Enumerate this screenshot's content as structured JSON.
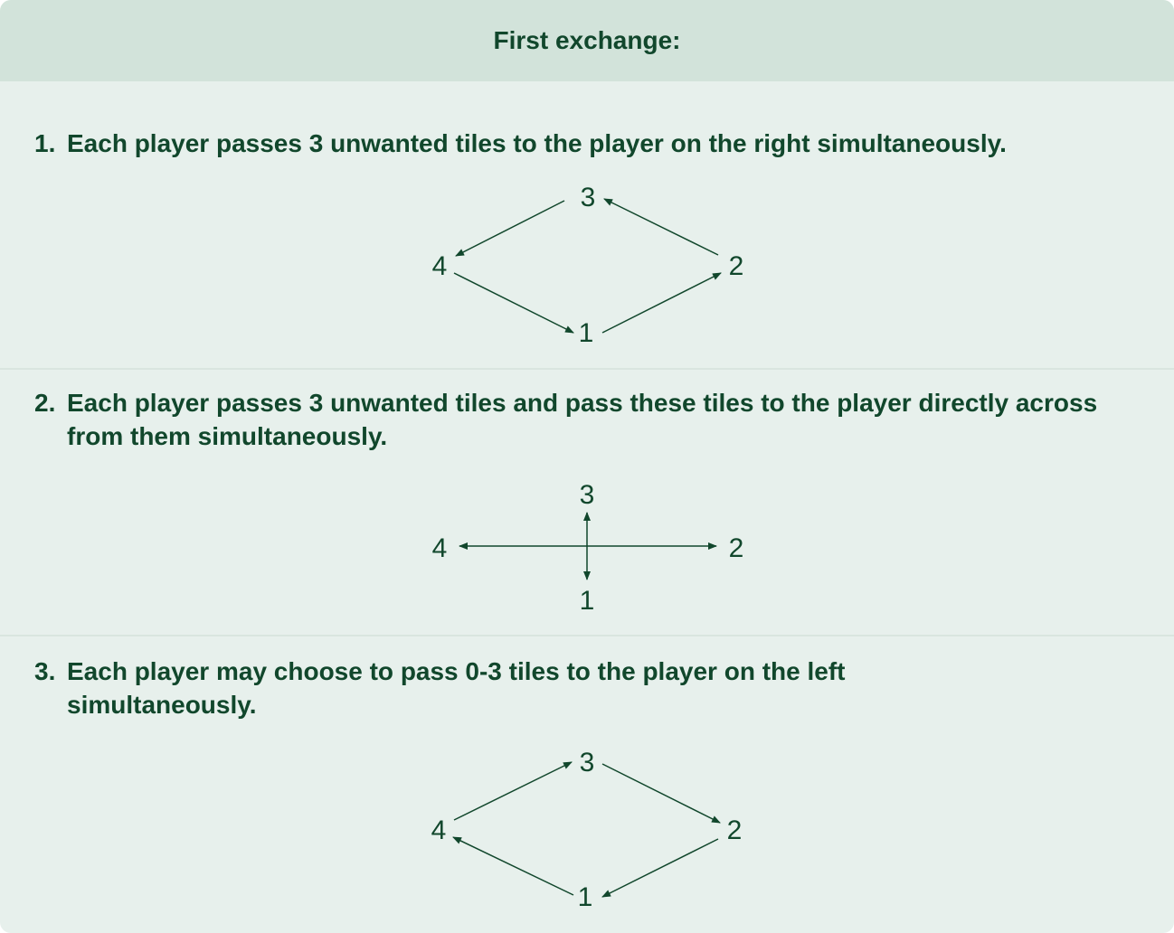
{
  "header": {
    "title": "First exchange:"
  },
  "steps": [
    {
      "number": "1.",
      "text": "Each player passes 3 unwanted tiles to the player on the right simultaneously.",
      "nodes": {
        "top": "3",
        "right": "2",
        "bottom": "1",
        "left": "4"
      }
    },
    {
      "number": "2.",
      "text": "Each player passes 3 unwanted tiles and pass these tiles to the player directly across from them simultaneously.",
      "nodes": {
        "top": "3",
        "right": "2",
        "bottom": "1",
        "left": "4"
      }
    },
    {
      "number": "3.",
      "text": "Each player may choose to pass 0-3 tiles to the player on the left simultaneously.",
      "nodes": {
        "top": "3",
        "right": "2",
        "bottom": "1",
        "left": "4"
      }
    }
  ],
  "colors": {
    "text": "#11472c",
    "header_bg": "#d2e3da",
    "panel_bg": "#e7f0ec"
  }
}
